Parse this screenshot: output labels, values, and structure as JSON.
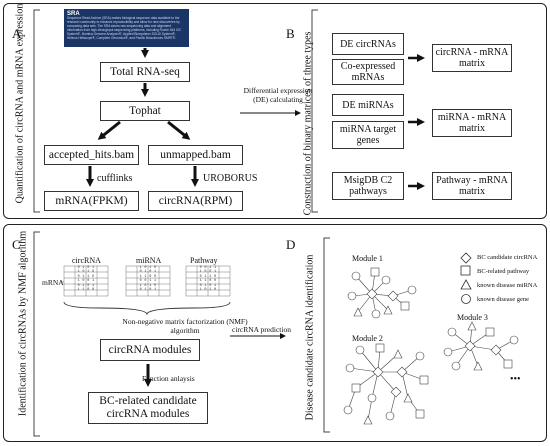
{
  "panel_a": {
    "letter": "A",
    "side_label": "Quantification of circRNA and mRNA expression",
    "sra": {
      "title": "SRA",
      "body": "Sequence Read Archive (SRA) makes biological sequence data available to the research community to enhance reproducibility and allow for new discoveries by comparing data sets. The SRA stores raw sequencing data and alignment information from high-throughput sequencing platforms, including Roche 454 GS System®, Illumina Genome Analyzer®, Applied Biosystems SOLiD System®, Helicos Heliscope®, Complete Genomics®, and Pacific Biosciences SMRT®."
    },
    "total_rnaseq": "Total RNA-seq",
    "tophat": "Tophat",
    "accepted": "accepted_hits.bam",
    "unmapped": "unmapped.bam",
    "cufflinks": "cufflinks",
    "uroborus": "UROBORUS",
    "mrna_fpkm": "mRNA(FPKM)",
    "circrna_rpm": "circRNA(RPM)",
    "de_label": "Differential expression (DE) calculating"
  },
  "panel_b": {
    "letter": "B",
    "side_label": "Construction of binary matrices of three types",
    "de_circrnas": "DE circRNAs",
    "coexpressed": "Co-expressed mRNAs",
    "circ_mrna_matrix": "circRNA - mRNA matrix",
    "de_mirnas": "DE miRNAs",
    "mirna_target": "miRNA target genes",
    "mirna_mrna_matrix": "miRNA - mRNA matrix",
    "msigdb": "MsigDB C2 pathways",
    "pathway_matrix": "Pathway - mRNA matrix"
  },
  "panel_c": {
    "letter": "C",
    "side_label": "Identification of circRNAs by NMF algorithm",
    "mrna": "mRNA",
    "col_headers": [
      "circRNA",
      "miRNA",
      "Pathway"
    ],
    "nmf": "Non-negative matrix factorization (NMF) algorithm",
    "circrna_modules": "circRNA modules",
    "function_analysis": "Function anlaysis",
    "bc_related": "BC-related candidate circRNA modules",
    "circrna_prediction": "circRNA prediction"
  },
  "panel_d": {
    "letter": "D",
    "side_label": "Disease candidate circRNA identification",
    "module1": "Module 1",
    "module2": "Module 2",
    "module3": "Module 3",
    "ellipsis": "•••",
    "legend": [
      {
        "shape": "diamond",
        "label": "BC candidate circRNA"
      },
      {
        "shape": "square",
        "label": "BC-related pathway"
      },
      {
        "shape": "triangle",
        "label": "known disease miRNA"
      },
      {
        "shape": "circle",
        "label": "known disease gene"
      }
    ]
  },
  "colors": {
    "arrow": "#111111",
    "border": "#222222",
    "sra_bg": "#1b3566"
  }
}
